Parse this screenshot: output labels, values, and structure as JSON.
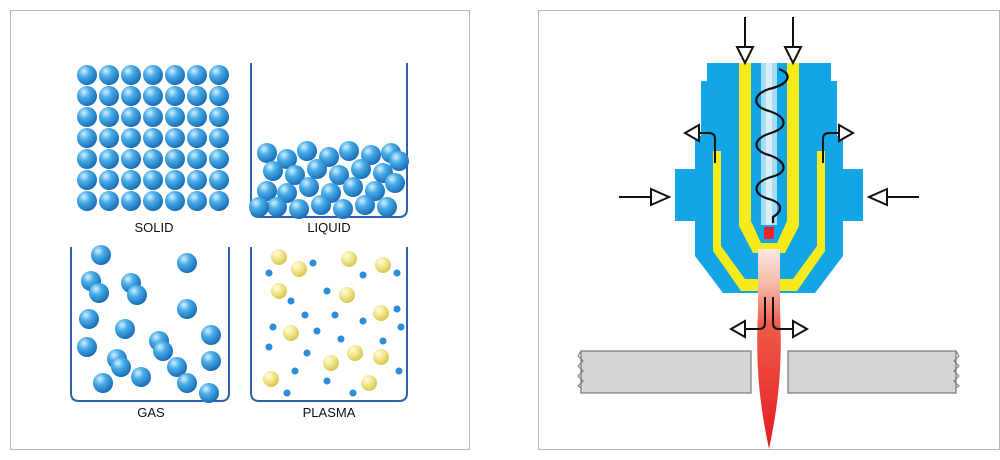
{
  "states_diagram": {
    "labels": {
      "solid": "SOLID",
      "liquid": "LIQUID",
      "gas": "GAS",
      "plasma": "PLASMA"
    }
  },
  "colors": {
    "particle_blue": "#2a8fd8",
    "particle_blue_light": "#9fd4f7",
    "particle_yellow": "#f0e070",
    "container_outline": "#2e62a8",
    "torch_cyan": "#12a6e6",
    "torch_yellow": "#f6ea1a",
    "electrode_light": "#a8dcf4",
    "flame_red": "#e8232a",
    "workpiece_gray": "#d5d5d5"
  },
  "icons": [
    "arrow-down-icon",
    "arrow-left-icon",
    "arrow-right-icon",
    "curved-arrow-icon",
    "coil-icon"
  ]
}
